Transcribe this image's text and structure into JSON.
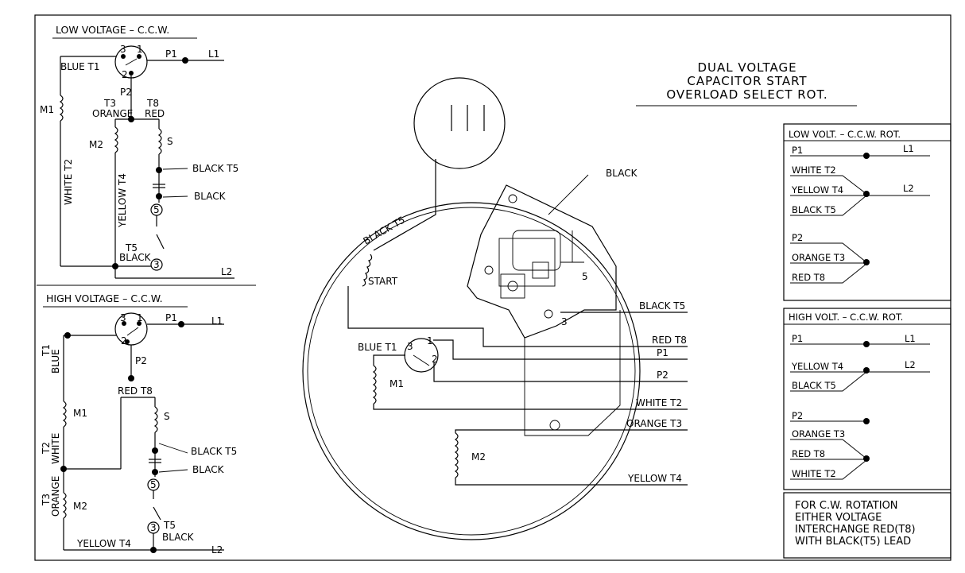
{
  "title": {
    "line1": "DUAL VOLTAGE",
    "line2": "CAPACITOR START",
    "line3": "OVERLOAD SELECT ROT."
  },
  "low_voltage_diagram": {
    "heading": "LOW VOLTAGE – C.C.W.",
    "labels": {
      "blue_t1": "BLUE T1",
      "p1": "P1",
      "l1": "L1",
      "p2": "P2",
      "m1": "M1",
      "t3": "T3",
      "orange": "ORANGE",
      "t8": "T8",
      "red": "RED",
      "m2": "M2",
      "s": "S",
      "white_t2": "WHITE T2",
      "yellow_t4": "YELLOW T4",
      "black_t5": "BLACK T5",
      "black": "BLACK",
      "t5": "T5",
      "black2": "BLACK",
      "l2": "L2",
      "term1": "1",
      "term2": "2",
      "term3": "3",
      "term5": "5",
      "term3b": "3"
    }
  },
  "high_voltage_diagram": {
    "heading": "HIGH VOLTAGE – C.C.W.",
    "labels": {
      "p1": "P1",
      "l1": "L1",
      "p2": "P2",
      "t1": "T1",
      "blue": "BLUE",
      "m1": "M1",
      "red_t8": "RED T8",
      "s": "S",
      "t2": "T2",
      "white": "WHITE",
      "black_t5": "BLACK T5",
      "black": "BLACK",
      "t3": "T3",
      "orange": "ORANGE",
      "m2": "M2",
      "t5": "T5",
      "black2": "BLACK",
      "yellow_t4": "YELLOW T4",
      "l2": "L2",
      "term1": "1",
      "term2": "2",
      "term3": "3",
      "term5": "5",
      "term3b": "3"
    }
  },
  "center_diagram": {
    "labels": {
      "black": "BLACK",
      "black_t5_lead": "BLACK T5",
      "start": "START",
      "blue_t1": "BLUE T1",
      "m1": "M1",
      "m2": "M2",
      "term1": "1",
      "term2": "2",
      "term3": "3",
      "term5": "5",
      "term3b": "3"
    },
    "leads": [
      "BLACK T5",
      "RED T8",
      "P1",
      "P2",
      "WHITE T2",
      "ORANGE T3",
      "YELLOW T4"
    ]
  },
  "low_volt_table": {
    "heading": "LOW VOLT. – C.C.W. ROT.",
    "p1": "P1",
    "l1": "L1",
    "white_t2": "WHITE T2",
    "yellow_t4": "YELLOW T4",
    "black_t5": "BLACK T5",
    "l2": "L2",
    "p2": "P2",
    "orange_t3": "ORANGE T3",
    "red_t8": "RED T8"
  },
  "high_volt_table": {
    "heading": "HIGH VOLT. – C.C.W. ROT.",
    "p1": "P1",
    "l1": "L1",
    "yellow_t4": "YELLOW T4",
    "black_t5": "BLACK T5",
    "l2": "L2",
    "p2": "P2",
    "orange_t3": "ORANGE T3",
    "red_t8": "RED T8",
    "white_t2": "WHITE T2"
  },
  "note": {
    "line1": "FOR C.W. ROTATION",
    "line2": "EITHER VOLTAGE",
    "line3": "INTERCHANGE RED(T8)",
    "line4": "WITH BLACK(T5) LEAD"
  }
}
